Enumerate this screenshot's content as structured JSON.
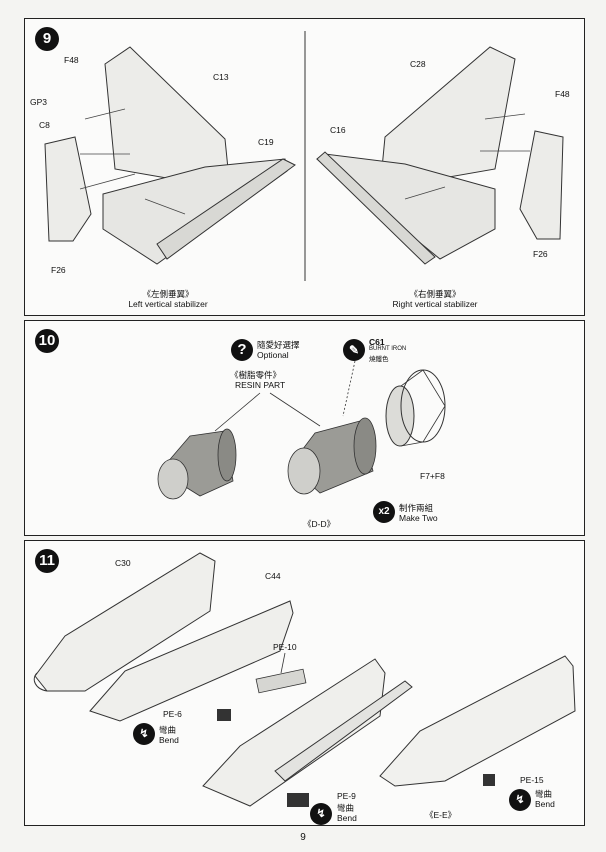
{
  "page_number": "9",
  "step9": {
    "badge": "9",
    "left_parts": {
      "f48": "F48",
      "gp3": "GP3",
      "c8": "C8",
      "c13": "C13",
      "c19": "C19",
      "f26": "F26"
    },
    "right_parts": {
      "c28": "C28",
      "f48": "F48",
      "c16": "C16",
      "f26": "F26"
    },
    "left_caption_cn": "《左側垂翼》",
    "left_caption_en": "Left vertical stabilizer",
    "right_caption_cn": "《右側垂翼》",
    "right_caption_en": "Right vertical stabilizer"
  },
  "step10": {
    "badge": "10",
    "optional_cn": "隨愛好選擇",
    "optional_en": "Optional",
    "paint_code": "C61",
    "paint_en": "BURNT IRON",
    "paint_cn": "燒鐵色",
    "resin_cn": "《樹脂零件》",
    "resin_en": "RESIN PART",
    "parts": "F7+F8",
    "view": "《D-D》",
    "make_two_mark": "x2",
    "make_two_cn": "制作兩組",
    "make_two_en": "Make Two"
  },
  "step11": {
    "badge": "11",
    "c30": "C30",
    "c44": "C44",
    "pe10": "PE-10",
    "pe6": "PE-6",
    "pe6_cn": "彎曲",
    "pe6_en": "Bend",
    "pe9": "PE-9",
    "pe9_cn": "彎曲",
    "pe9_en": "Bend",
    "pe15": "PE-15",
    "pe15_cn": "彎曲",
    "pe15_en": "Bend",
    "view": "《E-E》"
  }
}
